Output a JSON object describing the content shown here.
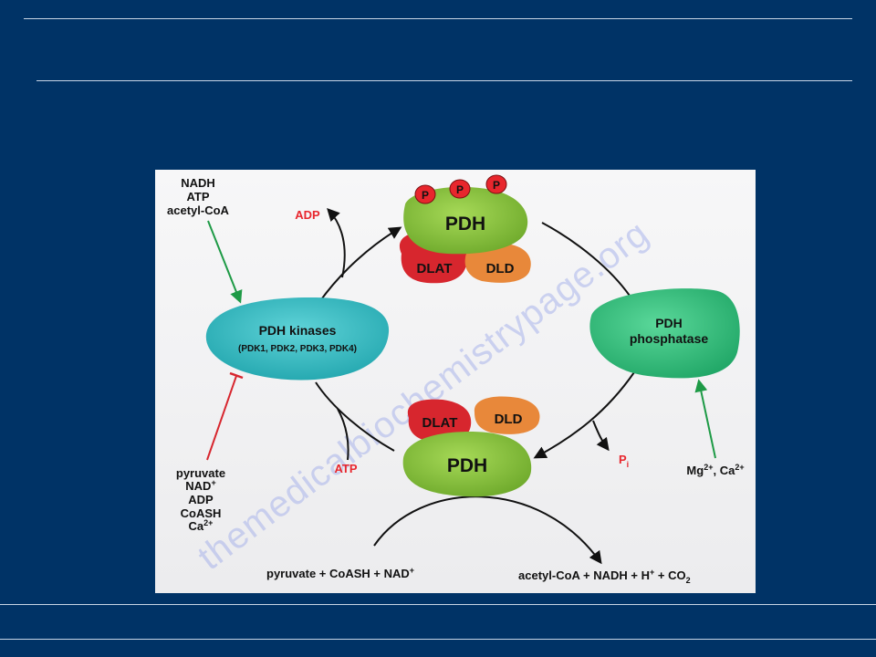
{
  "slide": {
    "background_color": "#003366",
    "rule_color": "#c9d6e6"
  },
  "diagram": {
    "watermark": "themedicalbiochemistrypage.org",
    "pdh_top": {
      "label": "PDH",
      "phospho": [
        "P",
        "P",
        "P"
      ],
      "dlat": "DLAT",
      "dld": "DLD"
    },
    "pdh_bottom": {
      "label": "PDH",
      "dlat": "DLAT",
      "dld": "DLD"
    },
    "kinases": {
      "title": "PDH kinases",
      "subtitle": "(PDK1, PDK2, PDK3, PDK4)"
    },
    "phosphatase": {
      "line1": "PDH",
      "line2": "phosphatase"
    },
    "kinase_activators": [
      "NADH",
      "ATP",
      "acetyl-CoA"
    ],
    "kinase_inhibitors": {
      "pyruvate": "pyruvate",
      "nad": "NAD",
      "nad_sup": "+",
      "adp": "ADP",
      "coash": "CoASH",
      "ca": "Ca",
      "ca_sup": "2+"
    },
    "phosphatase_activators": {
      "mg": "Mg",
      "mg_sup": "2+",
      "sep": ", ",
      "ca": "Ca",
      "ca_sup": "2+"
    },
    "adp_label": "ADP",
    "atp_label": "ATP",
    "pi": {
      "p": "P",
      "sub": "i"
    },
    "substrates": {
      "text": "pyruvate + CoASH + NAD",
      "sup": "+"
    },
    "products": {
      "part1": "acetyl-CoA + NADH + H",
      "sup": "+",
      "part2": " + CO",
      "sub": "2"
    },
    "colors": {
      "pdh_green": "#8cc63f",
      "dlat_red": "#d7262e",
      "dld_orange": "#e8883a",
      "phospho_red": "#e8262d",
      "kinase_teal": "#3fbfc6",
      "phosphatase_green": "#3cc684",
      "activation_arrow": "#1e9a46",
      "inhibition_line": "#d7262e",
      "red_label": "#e8262d"
    }
  }
}
